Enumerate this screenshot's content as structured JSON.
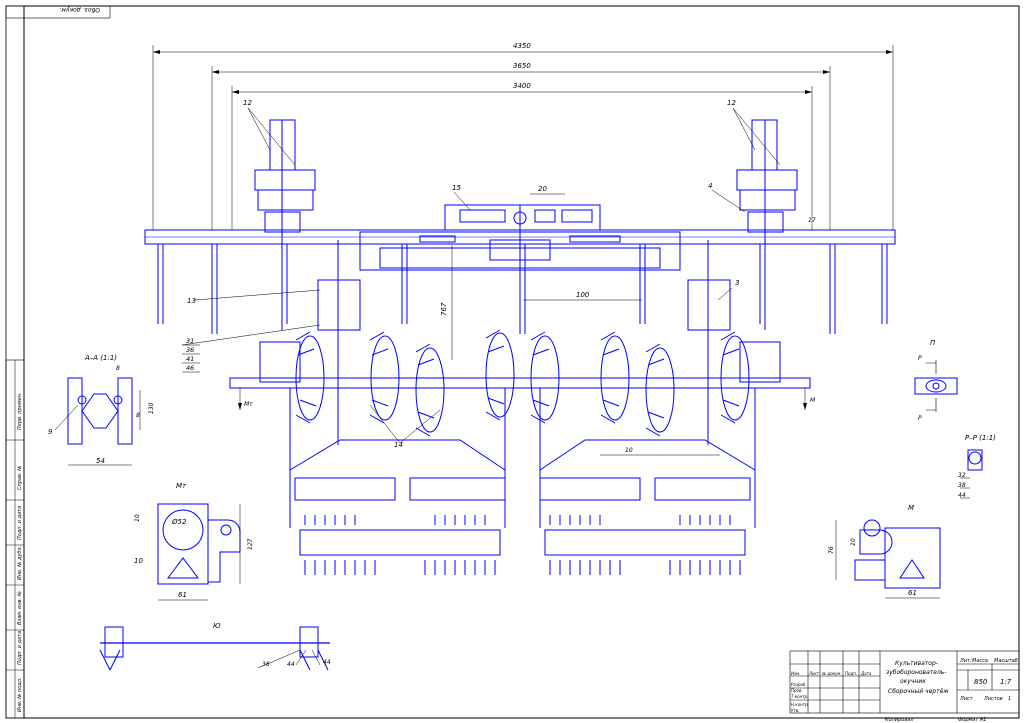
{
  "colors": {
    "drawing": "#0000ff",
    "dimension": "#000000",
    "paper": "#ffffff"
  },
  "dimensions": {
    "overall_width": "4350",
    "mid_width": "3650",
    "inner_width": "3400",
    "top_small": "20",
    "height_vertical": "767",
    "spacing": "100",
    "small_r": "17"
  },
  "callouts": {
    "c12_left": "12",
    "c12_right": "12",
    "c15": "15",
    "c4": "4",
    "c13": "13",
    "c3": "3",
    "stack_31": "31",
    "stack_36": "36",
    "stack_41": "41",
    "stack_46": "46",
    "c14": "14",
    "c10_center": "10"
  },
  "views": {
    "aa_title": "А–А (1:1)",
    "aa_dim_8": "8",
    "aa_dim_8b": "8",
    "aa_dim_130": "130",
    "aa_dim_54": "54",
    "aa_callout_9": "9",
    "mt_left_label": "Мт",
    "mt_title": "Мт",
    "mt_dim_10": "10",
    "mt_dim_dia": "Ø52",
    "mt_dim_127": "127",
    "mt_callout_10": "10",
    "mt_dim_61": "61",
    "m_right_label": "М",
    "m_title": "М",
    "m_dim_76": "76",
    "m_dim_10": "10",
    "m_dim_61": "61",
    "p_title": "П",
    "p_label_top": "Р",
    "p_label_bot": "Р",
    "rr_title": "Р–Р (1:1)",
    "rr_s1": "32",
    "rr_s2": "38",
    "rr_s3": "44",
    "shaft_title": "Ю",
    "shaft_36": "36",
    "shaft_44a": "44",
    "shaft_44b": "44"
  },
  "title_block": {
    "name_line1": "Культиватор-",
    "name_line2": "зубоборонователь-",
    "name_line3": "окучник",
    "name_line4": "Сборочный чертёж",
    "lit_header": "Лит.",
    "mass_header": "Масса",
    "scale_header": "Масштаб",
    "mass": "850",
    "scale": "1:7",
    "sheet_label": "Лист",
    "sheets_label": "Листов",
    "sheets_count": "1",
    "izm": "Изм.",
    "list": "Лист",
    "doc": "№ докум.",
    "sign": "Подп.",
    "date": "Дата",
    "razrab": "Разраб.",
    "prov": "Пров.",
    "tkontr": "Т.контр.",
    "nkontr": "Н.контр.",
    "utv": "Утв.",
    "kopiroval": "Копировал",
    "format": "Формат А1"
  },
  "side_stamp": [
    "Перв. примен.",
    "Справ. №",
    "Подп. и дата",
    "Инв. № дубл.",
    "Взам. инв. №",
    "Подп. и дата",
    "Инв. № подл."
  ],
  "corner_stamp": "Обоз. докум."
}
